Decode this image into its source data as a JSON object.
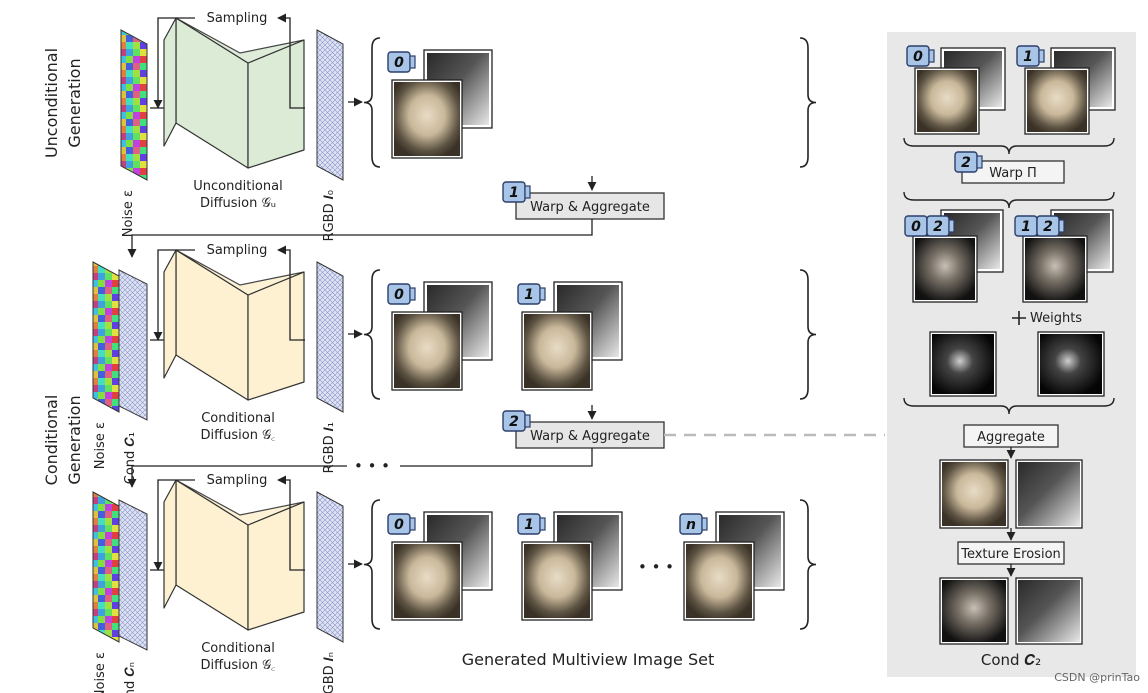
{
  "left": {
    "row_titles": {
      "unconditional": [
        "Unconditional",
        "Generation"
      ],
      "conditional": [
        "Conditional",
        "Generation"
      ]
    },
    "sampling_label": "Sampling",
    "rows": [
      {
        "noise_label": "Noise ε",
        "cond_label": "",
        "diffusion_label": [
          "Unconditional",
          "Diffusion 𝒢ᵤ"
        ],
        "rgbd_label": "RGBD 𝑰₀",
        "cameras": [
          "0"
        ]
      },
      {
        "noise_label": "Noise ε",
        "cond_label": "Cond 𝑪₁",
        "diffusion_label": [
          "Conditional",
          "Diffusion 𝒢꜀"
        ],
        "rgbd_label": "RGBD 𝑰₁",
        "cameras": [
          "0",
          "1"
        ]
      },
      {
        "noise_label": "Noise ε",
        "cond_label": "Cond 𝑪ₙ",
        "diffusion_label": [
          "Conditional",
          "Diffusion 𝒢꜀"
        ],
        "rgbd_label": "RGBD 𝑰ₙ",
        "cameras": [
          "0",
          "1",
          "n"
        ]
      }
    ],
    "warp_boxes": [
      {
        "cam": "1",
        "label": "Warp & Aggregate"
      },
      {
        "cam": "2",
        "label": "Warp & Aggregate"
      }
    ],
    "ellipsis": "• • •",
    "caption": "Generated Multiview Image Set"
  },
  "right": {
    "top_cams": [
      "0",
      "1"
    ],
    "warp_box": {
      "cam": "2",
      "label": "Warp Π"
    },
    "pair_cams": [
      [
        "0",
        "2"
      ],
      [
        "1",
        "2"
      ]
    ],
    "weights_label": "Weights",
    "aggregate_label": "Aggregate",
    "texture_label": "Texture Erosion",
    "cond_label": "Cond 𝑪₂"
  },
  "watermark": "CSDN @prinTao"
}
